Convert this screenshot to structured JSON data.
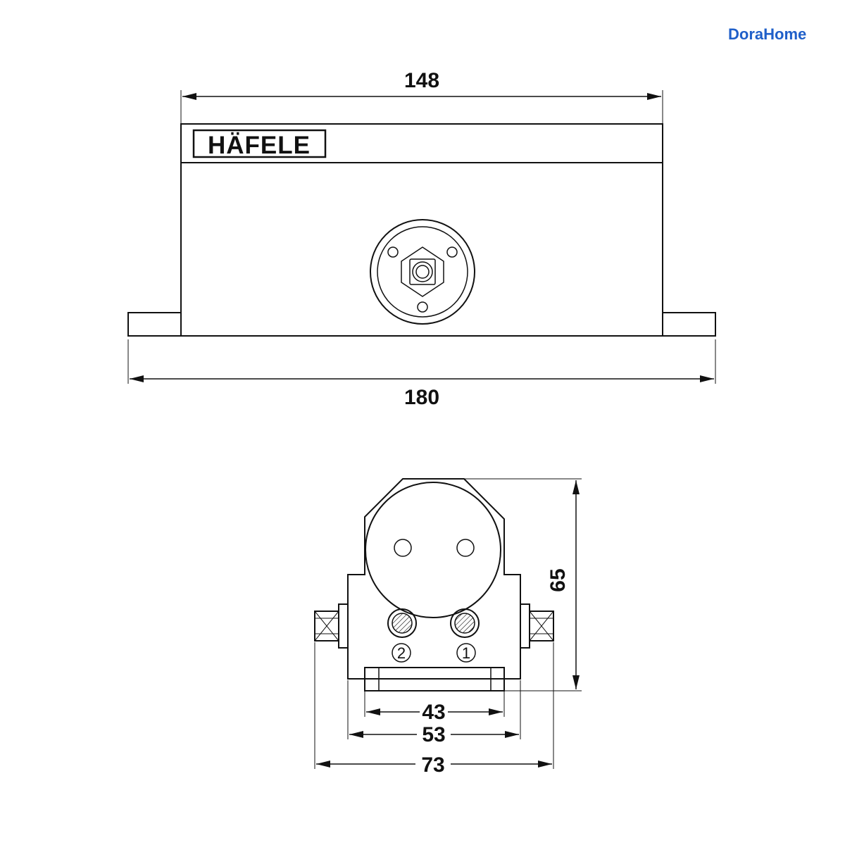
{
  "watermark": {
    "text": "DoraHome",
    "color": "#1f5fc9"
  },
  "front_view": {
    "brand_label": "HÄFELE",
    "dimensions": {
      "top_width": "148",
      "bottom_width": "180"
    }
  },
  "side_view": {
    "markers": {
      "valve_2": "2",
      "valve_1": "1"
    },
    "dimensions": {
      "height": "65",
      "width_inner": "43",
      "width_mid": "53",
      "width_outer": "73"
    }
  },
  "icons": [
    "arrowhead-icon",
    "bolt-head-icon",
    "screw-slot-icon"
  ]
}
